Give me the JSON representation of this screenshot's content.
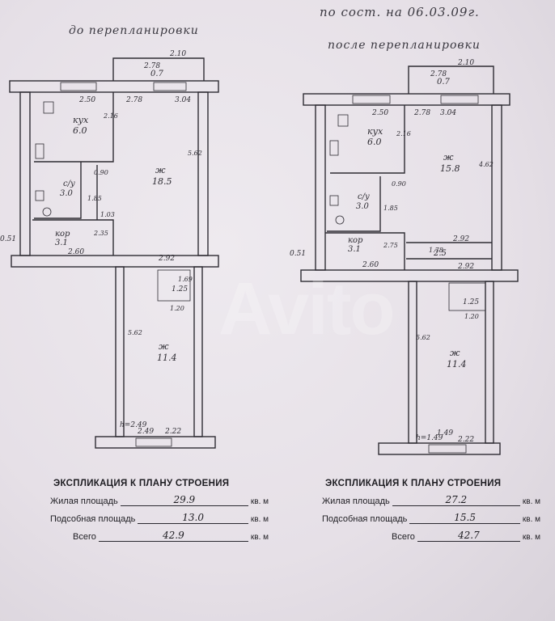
{
  "header": {
    "status_date": "по сост. на 06.03.09г.",
    "before_title": "до перепланировки",
    "after_title": "после перепланировки"
  },
  "watermark": "Avito",
  "plan_before": {
    "rooms": [
      {
        "name": "кух",
        "area": "6.0"
      },
      {
        "name": "ж",
        "area": "18.5"
      },
      {
        "name": "с/у",
        "area": "3.0"
      },
      {
        "name": "кор",
        "area": "3.1"
      },
      {
        "name": "ж",
        "area": "11.4"
      },
      {
        "name": "",
        "area": "0.7"
      },
      {
        "name": "",
        "area": "1.25"
      }
    ],
    "dims": [
      "2.10",
      "2.78",
      "2.50",
      "2.78",
      "3.04",
      "2.16",
      "0.90",
      "1.85",
      "1.03",
      "2.35",
      "2.60",
      "2.92",
      "5.62",
      "1.20",
      "2.22",
      "2.49",
      "5.62",
      "1.69",
      "0.51"
    ],
    "height_note": "h=2.49"
  },
  "plan_after": {
    "rooms": [
      {
        "name": "кух",
        "area": "6.0"
      },
      {
        "name": "ж",
        "area": "15.8"
      },
      {
        "name": "с/у",
        "area": "3.0"
      },
      {
        "name": "кор",
        "area": "3.1"
      },
      {
        "name": "",
        "area": "2.5"
      },
      {
        "name": "ж",
        "area": "11.4"
      },
      {
        "name": "",
        "area": "0.7"
      },
      {
        "name": "",
        "area": "1.25"
      }
    ],
    "dims": [
      "2.10",
      "2.78",
      "2.50",
      "2.78",
      "3.04",
      "2.16",
      "0.90",
      "1.85",
      "2.75",
      "2.60",
      "2.92",
      "1.78",
      "2.92",
      "4.62",
      "5.62",
      "1.20",
      "2.22",
      "1.49",
      "0.51"
    ],
    "height_note": "h=1.49"
  },
  "explication_before": {
    "title": "ЭКСПЛИКАЦИЯ К ПЛАНУ СТРОЕНИЯ",
    "rows": [
      {
        "label": "Жилая площадь",
        "value": "29.9",
        "unit": "кв. м"
      },
      {
        "label": "Подсобная площадь",
        "value": "13.0",
        "unit": "кв. м"
      },
      {
        "label": "Всего",
        "value": "42.9",
        "unit": "кв. м"
      }
    ]
  },
  "explication_after": {
    "title": "ЭКСПЛИКАЦИЯ К ПЛАНУ СТРОЕНИЯ",
    "rows": [
      {
        "label": "Жилая площадь",
        "value": "27.2",
        "unit": "кв. м"
      },
      {
        "label": "Подсобная площадь",
        "value": "15.5",
        "unit": "кв. м"
      },
      {
        "label": "Всего",
        "value": "42.7",
        "unit": "кв. м"
      }
    ]
  }
}
